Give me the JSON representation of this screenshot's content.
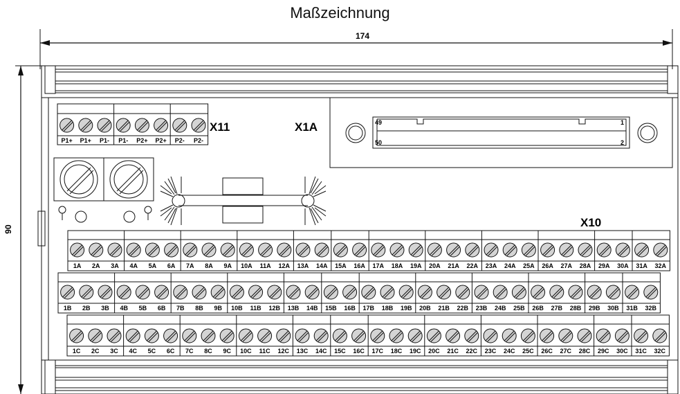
{
  "title": "Maßzeichnung",
  "dimensions": {
    "width": "174",
    "height": "90"
  },
  "x11": {
    "label": "X11",
    "terminals": [
      "P1+",
      "P1+",
      "P1-",
      "P1-",
      "P2+",
      "P2+",
      "P2-",
      "P2-"
    ]
  },
  "x1a": {
    "label": "X1A",
    "pin_labels": {
      "top_left": "49",
      "bottom_left": "50",
      "top_right": "1",
      "bottom_right": "2"
    }
  },
  "x10": {
    "label": "X10",
    "rows": [
      [
        "1A",
        "2A",
        "3A",
        "4A",
        "5A",
        "6A",
        "7A",
        "8A",
        "9A",
        "10A",
        "11A",
        "12A",
        "13A",
        "14A",
        "15A",
        "16A",
        "17A",
        "18A",
        "19A",
        "20A",
        "21A",
        "22A",
        "23A",
        "24A",
        "25A",
        "26A",
        "27A",
        "28A",
        "29A",
        "30A",
        "31A",
        "32A"
      ],
      [
        "1B",
        "2B",
        "3B",
        "4B",
        "5B",
        "6B",
        "7B",
        "8B",
        "9B",
        "10B",
        "11B",
        "12B",
        "13B",
        "14B",
        "15B",
        "16B",
        "17B",
        "18B",
        "19B",
        "20B",
        "21B",
        "22B",
        "23B",
        "24B",
        "25B",
        "26B",
        "27B",
        "28B",
        "29B",
        "30B",
        "31B",
        "32B"
      ],
      [
        "1C",
        "2C",
        "3C",
        "4C",
        "5C",
        "6C",
        "7C",
        "8C",
        "9C",
        "10C",
        "11C",
        "12C",
        "13C",
        "14C",
        "15C",
        "16C",
        "17C",
        "18C",
        "19C",
        "20C",
        "21C",
        "22C",
        "23C",
        "24C",
        "25C",
        "26C",
        "27C",
        "28C",
        "29C",
        "30C",
        "31C",
        "32C"
      ]
    ]
  }
}
